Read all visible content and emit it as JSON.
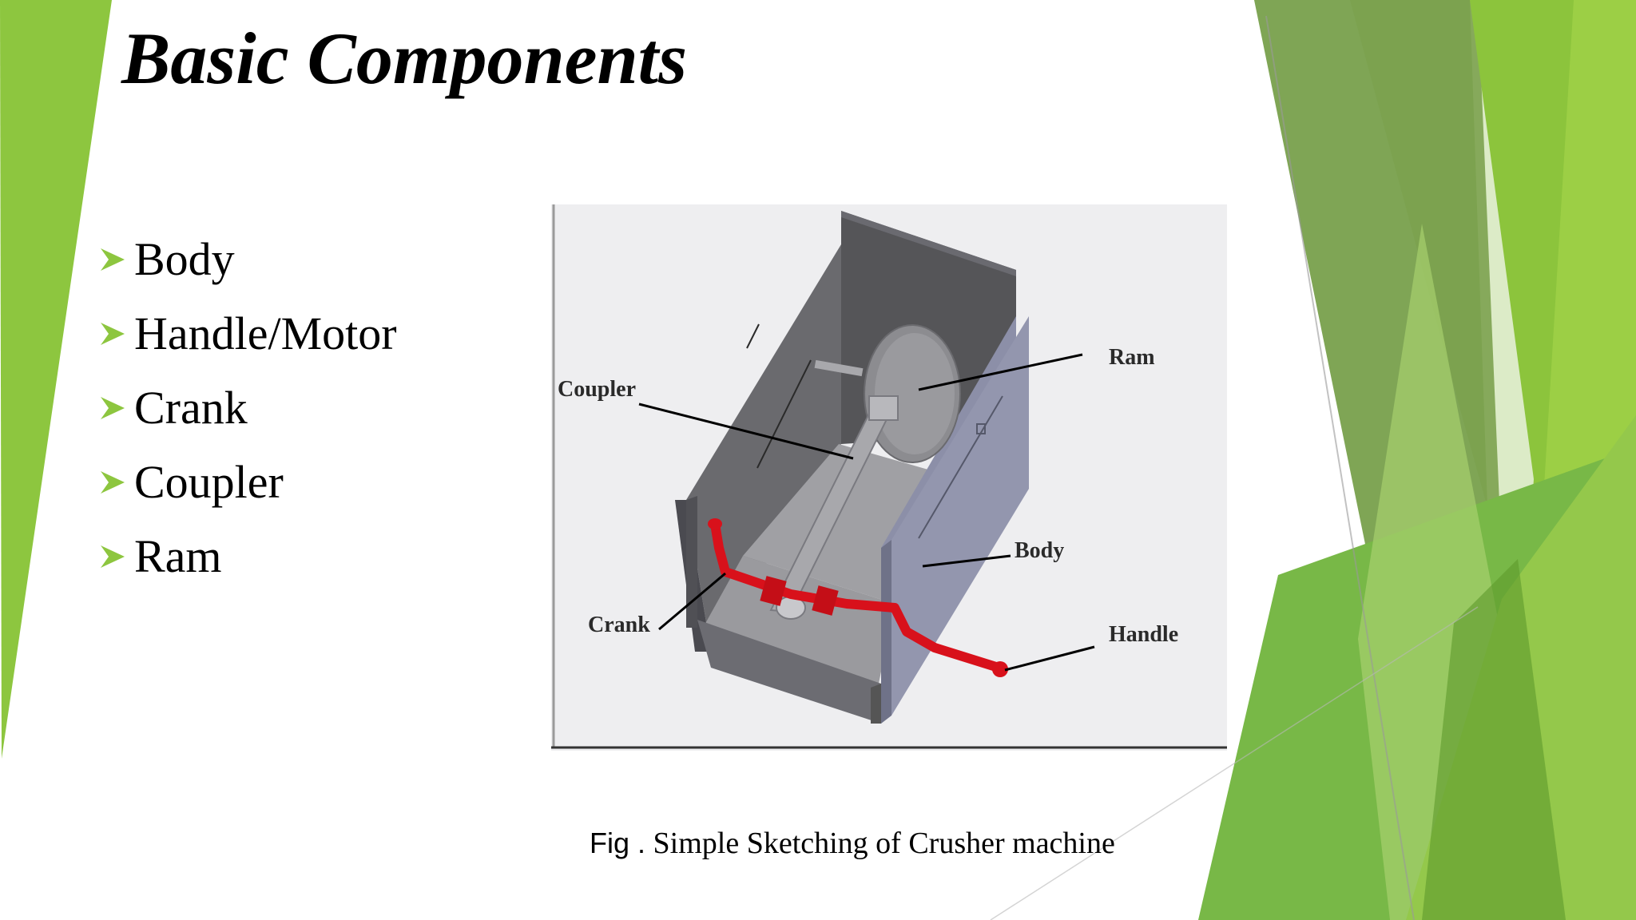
{
  "slide": {
    "title": "Basic Components",
    "bullets": [
      "Body",
      "Handle/Motor",
      "Crank",
      "Coupler",
      "Ram"
    ]
  },
  "figure": {
    "labels": {
      "coupler": "Coupler",
      "ram": "Ram",
      "body": "Body",
      "crank": "Crank",
      "handle": "Handle"
    },
    "caption_prefix": "Fig .",
    "caption_text": "Simple Sketching of Crusher machine"
  },
  "icons": {
    "bullet": "arrowhead-bullet-icon"
  },
  "colors": {
    "accent_green": "#8dc63f",
    "dark_green": "#5a8a2a",
    "crank_red": "#d8111b",
    "title_text": "#000000"
  }
}
